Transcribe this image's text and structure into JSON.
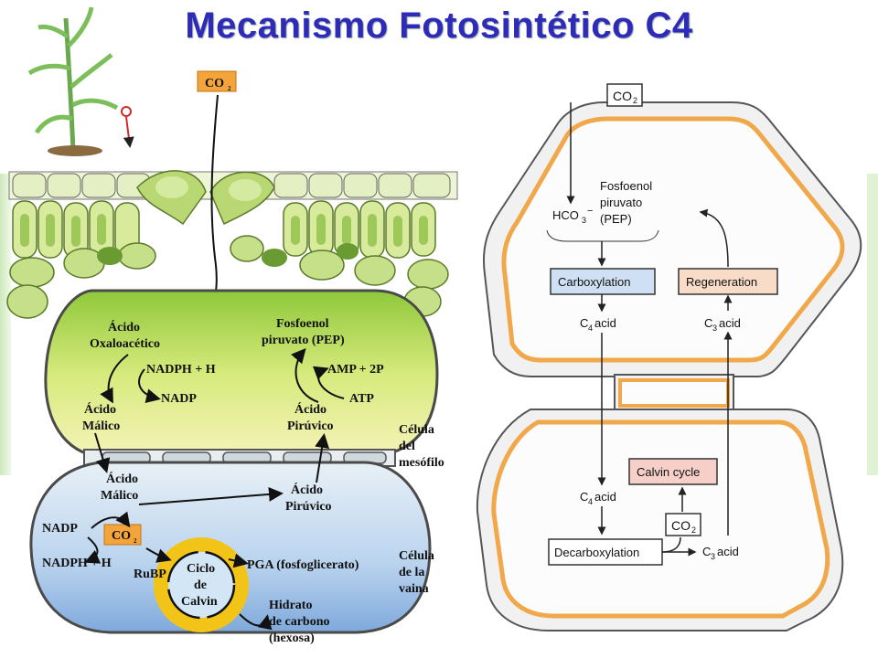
{
  "title": "Mecanismo  Fotosintético C4",
  "left": {
    "co2_top": "CO",
    "co2_top_sub": "2",
    "acido_oxaloacetico_1": "Ácido",
    "acido_oxaloacetico_2": "Oxaloacético",
    "nadph_h": "NADPH + H",
    "nadp_top": "NADP",
    "acido_malico_top_1": "Ácido",
    "acido_malico_top_2": "Málico",
    "fosfoenol_1": "Fosfoenol",
    "fosfoenol_2": "piruvato (PEP)",
    "amp_2p": "AMP + 2P",
    "atp": "ATP",
    "acido_piruvico_top_1": "Ácido",
    "acido_piruvico_top_2": "Pirúvico",
    "celula_mesofilo_1": "Célula",
    "celula_mesofilo_2": "del",
    "celula_mesofilo_3": "mesófilo",
    "acido_malico_bot_1": "Ácido",
    "acido_malico_bot_2": "Málico",
    "acido_piruvico_bot_1": "Ácido",
    "acido_piruvico_bot_2": "Pirúvico",
    "nadp_bot": "NADP",
    "co2_bot": "CO",
    "co2_bot_sub": "2",
    "nadph_h_bot": "NADPH + H",
    "rubp": "RuBP",
    "ciclo_1": "Ciclo",
    "ciclo_2": "de",
    "ciclo_3": "Calvin",
    "pga": "PGA (fosfoglicerato)",
    "hidrato_1": "Hidrato",
    "hidrato_2": "de carbono",
    "hidrato_3": "(hexosa)",
    "celula_vaina_1": "Célula",
    "celula_vaina_2": "de la",
    "celula_vaina_3": "vaina"
  },
  "right": {
    "co2_top": "CO",
    "co2_top_sub": "2",
    "hco3": "HCO",
    "hco3_sub": "3",
    "hco3_sup": "−",
    "pep_1": "Fosfoenol",
    "pep_2": "piruvato",
    "pep_3": "(PEP)",
    "carboxylation": "Carboxylation",
    "regeneration": "Regeneration",
    "c4_acid_top": "C",
    "c4_acid_top_sub": "4",
    "c4_acid_word": " acid",
    "c3_acid_top": "C",
    "c3_acid_top_sub": "3",
    "calvin_cycle": "Calvin cycle",
    "c4_acid_bot": "C",
    "c4_acid_bot_sub": "4",
    "co2_bot": "CO",
    "co2_bot_sub": "2",
    "decarboxylation": "Decarboxylation",
    "c3_acid_bot": "C",
    "c3_acid_bot_sub": "3"
  },
  "colors": {
    "title": "#2e2bb8",
    "mesophyll_fill": "#c9e27a",
    "bundle_sheath_fill": "#c5d9ef",
    "calvin_ring": "#f2c418",
    "co2_box": "#f3a43a",
    "carboxylation_box": "#cfe0f4",
    "regeneration_box": "#f9dcc8",
    "calvin_cycle_box": "#f6cfc8",
    "cell_wall_orange": "#f0a84a"
  }
}
